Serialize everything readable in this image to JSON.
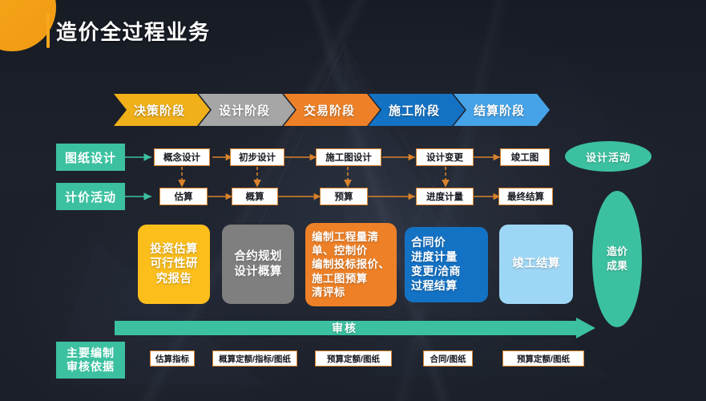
{
  "header": {
    "title": "造价全过程业务",
    "accent_color": "#f7a81b",
    "background_color": "#1c2029",
    "corner_blob": "orange-quarter-circle"
  },
  "stages": [
    {
      "label": "决策阶段",
      "color": "#f0b019",
      "text_color": "#ffffff"
    },
    {
      "label": "设计阶段",
      "color": "#a6a6a6",
      "text_color": "#ffffff"
    },
    {
      "label": "交易阶段",
      "color": "#ee8127",
      "text_color": "#ffffff"
    },
    {
      "label": "施工阶段",
      "color": "#1472c4",
      "text_color": "#ffffff"
    },
    {
      "label": "结算阶段",
      "color": "#46a3e8",
      "text_color": "#ffffff"
    }
  ],
  "rows": {
    "drawing": {
      "label": "图纸设计",
      "label_color": "#3cc1a0",
      "items": [
        {
          "text": "概念设计"
        },
        {
          "text": "初步设计"
        },
        {
          "text": "施工图设计"
        },
        {
          "text": "设计变更"
        },
        {
          "text": "竣工图"
        }
      ]
    },
    "pricing": {
      "label": "计价活动",
      "label_color": "#3cc1a0",
      "items": [
        {
          "text": "估算"
        },
        {
          "text": "概算"
        },
        {
          "text": "预算"
        },
        {
          "text": "进度计量"
        },
        {
          "text": "最终结算"
        }
      ]
    },
    "basis": {
      "label_line1": "主要编制",
      "label_line2": "审核依据",
      "items": [
        {
          "text": "估算指标"
        },
        {
          "text": "概算定额/指标/图纸"
        },
        {
          "text": "预算定额/图纸"
        },
        {
          "text": "合同/图纸"
        },
        {
          "text": "预算定额/图纸"
        }
      ]
    }
  },
  "cards": [
    {
      "lines": [
        "投资估算",
        "可行性研",
        "究报告"
      ],
      "color": "#fbbe1b",
      "align": "center"
    },
    {
      "lines": [
        "合约规划",
        "设计概算"
      ],
      "color": "#7f7f7f",
      "align": "center"
    },
    {
      "lines": [
        "编制工程量清",
        "单、控制价",
        "编制投标报价、",
        "施工图预算",
        "清评标"
      ],
      "color": "#ee8127",
      "align": "left"
    },
    {
      "lines": [
        "合同价",
        "进度计量",
        "变更/洽商",
        "过程结算"
      ],
      "color": "#1472c4",
      "align": "left"
    },
    {
      "lines": [
        "竣工结算"
      ],
      "color": "#9ed7f5",
      "align": "center"
    }
  ],
  "ellipses": {
    "design_activity": {
      "text": "设计活动",
      "color": "#3cc1a0"
    },
    "cost_result": {
      "line1": "造价",
      "line2": "成果",
      "color": "#3cc1a0"
    }
  },
  "audit": {
    "label": "审核",
    "color": "#3cc1a0",
    "direction": "left-to-right"
  },
  "connector_color": "#d9822b",
  "label_connector_color": "#3cc1a0"
}
